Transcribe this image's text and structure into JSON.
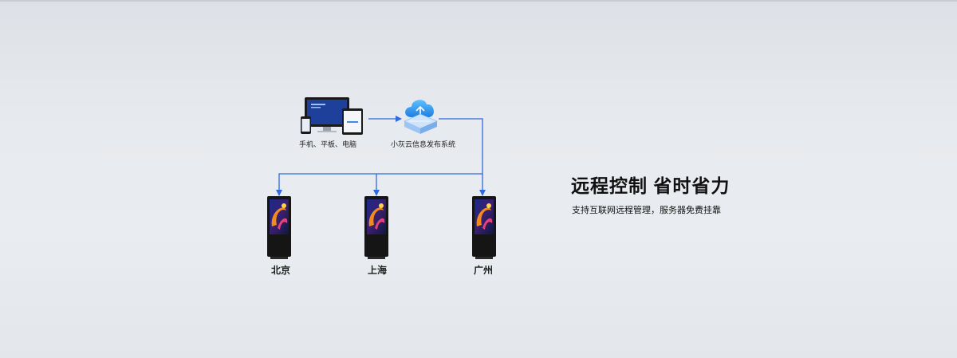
{
  "devices": {
    "label": "手机、平板、电脑"
  },
  "cloud": {
    "label": "小灰云信息发布系统"
  },
  "kiosks": [
    {
      "city": "北京"
    },
    {
      "city": "上海"
    },
    {
      "city": "广州"
    }
  ],
  "headline": "远程控制 省时省力",
  "subtitle": "支持互联网远程管理，服务器免费挂靠",
  "colors": {
    "arrow": "#2f6ae0",
    "screen_bezel": "#151515",
    "accent": "#3a8ee6"
  }
}
